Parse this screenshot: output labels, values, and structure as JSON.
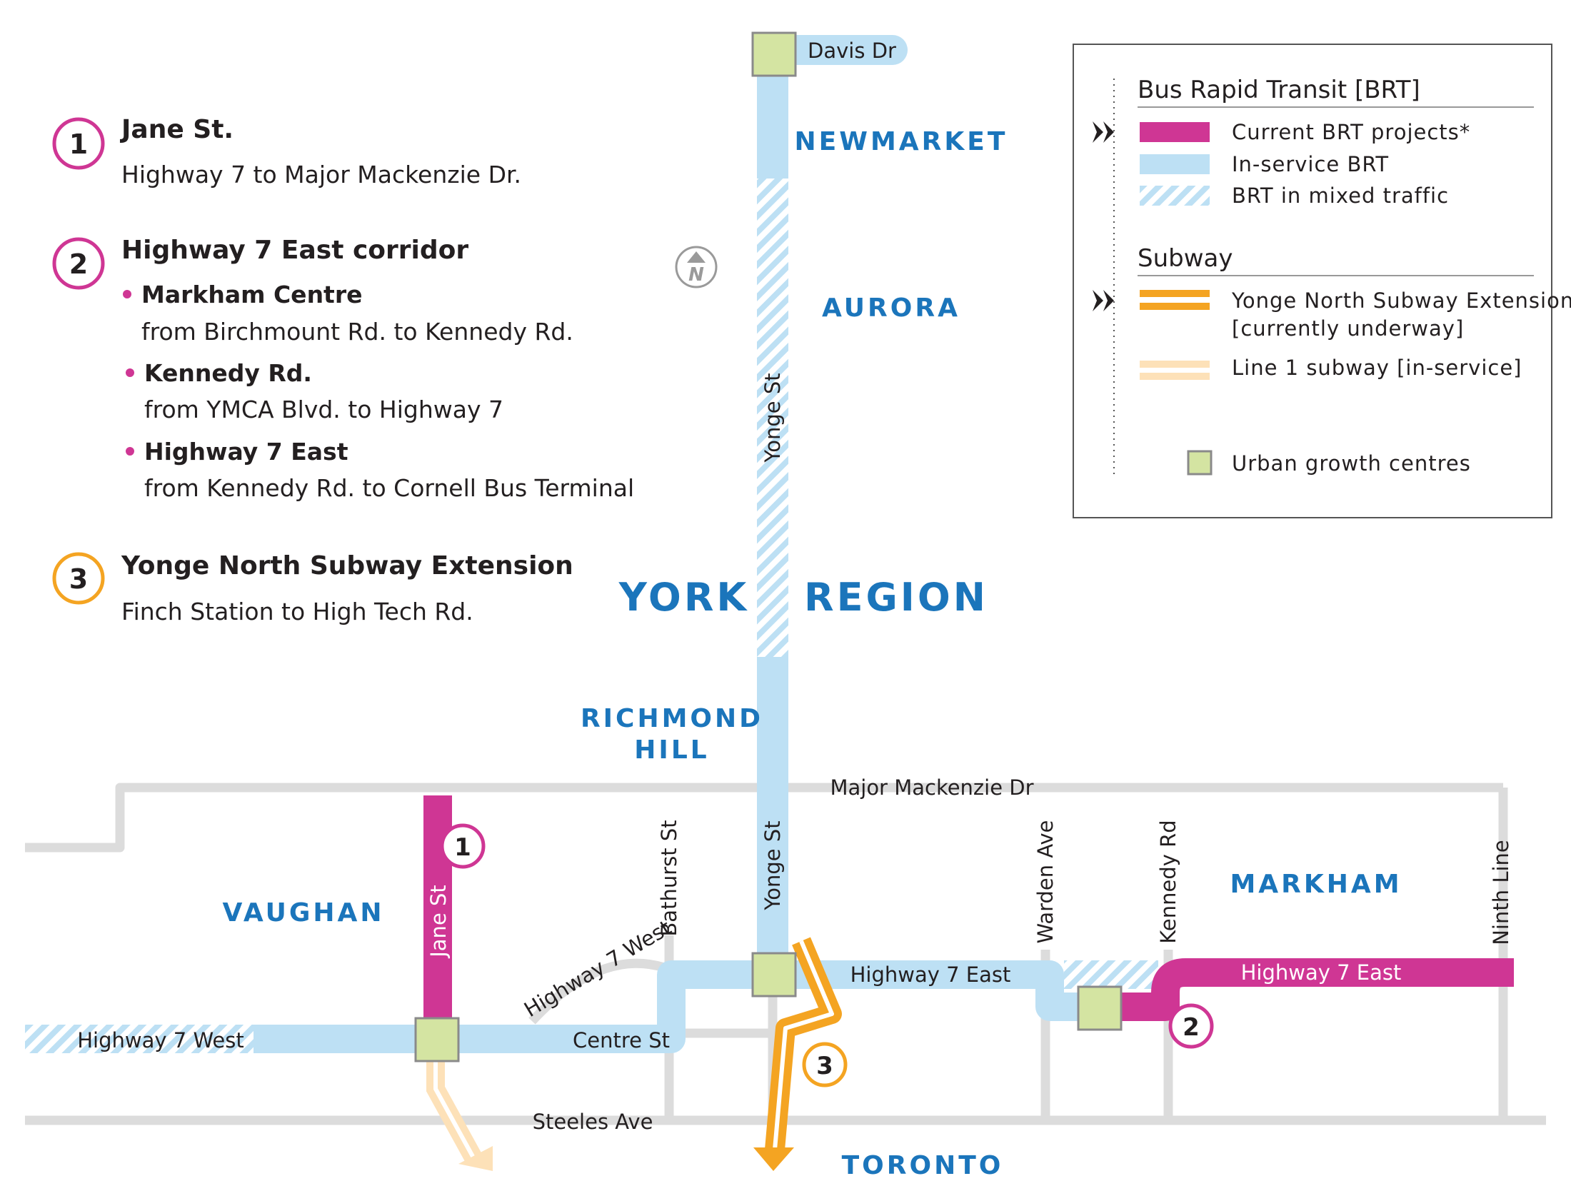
{
  "colors": {
    "brt_current": "#cf3694",
    "brt_inservice": "#bde0f4",
    "subway_extension": "#f4a422",
    "subway_line1": "#fde1b8",
    "urban_growth": "#d4e4a2",
    "road": "#dcdcdc",
    "region_label": "#1b75bb"
  },
  "projects": [
    {
      "number": "1",
      "color": "magenta",
      "title": "Jane St.",
      "subtitle": "Highway 7 to Major Mackenzie Dr."
    },
    {
      "number": "2",
      "color": "magenta",
      "title": "Highway 7 East corridor",
      "bullets": [
        {
          "title": "Markham Centre",
          "detail": "from Birchmount Rd. to Kennedy Rd."
        },
        {
          "title": "Kennedy Rd.",
          "detail": "from YMCA Blvd. to Highway 7"
        },
        {
          "title": "Highway 7 East",
          "detail": "from Kennedy Rd. to Cornell Bus Terminal"
        }
      ]
    },
    {
      "number": "3",
      "color": "orange",
      "title": "Yonge North Subway Extension",
      "subtitle": "Finch Station to High Tech Rd."
    }
  ],
  "legend": {
    "brt_heading": "Bus Rapid Transit [BRT]",
    "brt_items": [
      "Current BRT projects*",
      "In-service BRT",
      "BRT in mixed traffic"
    ],
    "subway_heading": "Subway",
    "subway_items": [
      "Yonge North Subway Extension",
      "[currently underway]",
      "Line 1 subway [in-service]"
    ],
    "ugc_label": "Urban growth centres"
  },
  "map": {
    "compass": "N",
    "regions": {
      "newmarket": "NEWMARKET",
      "aurora": "AURORA",
      "york": "YORK",
      "region": "REGION",
      "richmond": "RICHMOND",
      "hill": "HILL",
      "vaughan": "VAUGHAN",
      "markham": "MARKHAM",
      "toronto": "TORONTO"
    },
    "streets": {
      "davis": "Davis Dr",
      "yonge_upper": "Yonge St",
      "yonge_lower": "Yonge St",
      "major_mackenzie": "Major Mackenzie Dr",
      "jane": "Jane St",
      "bathurst": "Bathurst St",
      "warden": "Warden Ave",
      "kennedy": "Kennedy Rd",
      "ninth": "Ninth Line",
      "hwy7_west_diag": "Highway 7 West",
      "hwy7_west": "Highway 7 West",
      "centre": "Centre St",
      "hwy7_east": "Highway 7 East",
      "hwy7_east_brt": "Highway 7 East",
      "steeles": "Steeles Ave"
    },
    "markers": {
      "m1": "1",
      "m2": "2",
      "m3": "3"
    }
  }
}
